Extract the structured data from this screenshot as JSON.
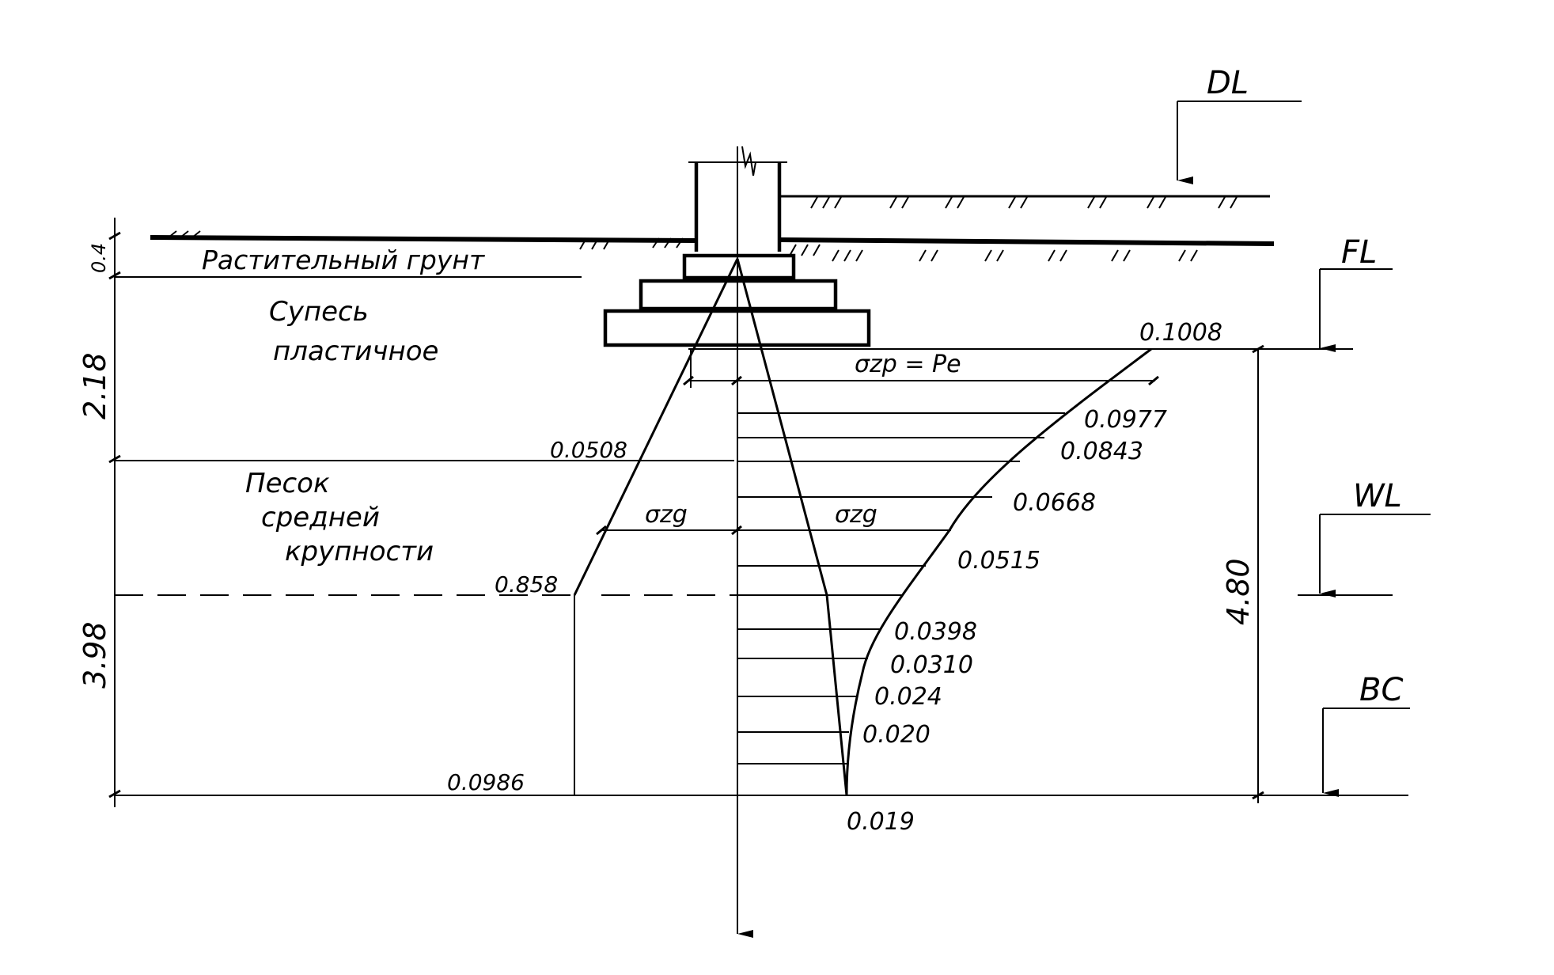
{
  "levels": {
    "dl": "DL",
    "fl": "FL",
    "wl": "WL",
    "bc": "BC"
  },
  "layers": [
    {
      "name": "Растительный грунт",
      "thickness": "0.4"
    },
    {
      "name_line1": "Супесь",
      "name_line2": "пластичное",
      "thickness": "2.18"
    },
    {
      "name_line1": "Песок",
      "name_line2": "средней",
      "name_line3": "крупности",
      "thickness": "3.98"
    }
  ],
  "total_depth": "4.80",
  "stress_labels": {
    "szp_eq": "σzp = Pe",
    "szg_left": "σzg",
    "szg_right": "σzg"
  },
  "szg_values": [
    "0.0508",
    "0.858",
    "0.0986"
  ],
  "szp_values": [
    "0.1008",
    "0.0977",
    "0.0843",
    "0.0668",
    "0.0515",
    "0.0398",
    "0.0310",
    "0.024",
    "0.020",
    "0.019"
  ]
}
